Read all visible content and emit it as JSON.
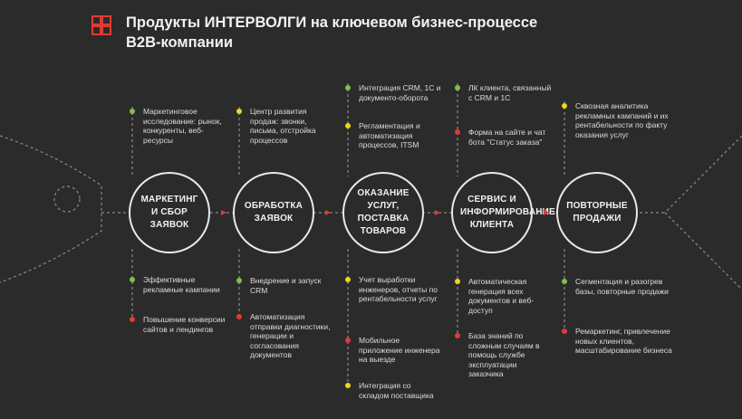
{
  "title": {
    "line1": "Продукты ИНТЕРВОЛГИ на ключевом бизнес-процессе",
    "line2": "B2B-компании"
  },
  "colors": {
    "background": "#2b2b2b",
    "green": "#7fc341",
    "yellow": "#f3d418",
    "red": "#e03b32",
    "line": "#8a8a8a"
  },
  "icons": {
    "logo": "intervolga-logo-icon"
  },
  "stages": [
    {
      "label": "МАРКЕТИНГ И СБОР ЗАЯВОК",
      "top": [
        {
          "color": "green",
          "text": "Маркетинговое исследование: рынок, конкуренты, веб-ресурсы"
        }
      ],
      "bottom": [
        {
          "color": "green",
          "text": "Эффективные рекламные кампании"
        },
        {
          "color": "red",
          "text": "Повышение конверсии сайтов и лендингов"
        }
      ]
    },
    {
      "label": "ОБРАБОТКА ЗАЯВОК",
      "top": [
        {
          "color": "yellow",
          "text": "Центр развития продаж: звонки, письма, отстройка процессов"
        }
      ],
      "bottom": [
        {
          "color": "green",
          "text": "Внедрение и запуск CRM"
        },
        {
          "color": "red",
          "text": "Автоматизация отправки диагностики, генерации и согласования документов"
        }
      ]
    },
    {
      "label": "ОКАЗАНИЕ УСЛУГ, ПОСТАВКА ТОВАРОВ",
      "top": [
        {
          "color": "green",
          "text": "Интеграция CRM, 1С и документо-оборота"
        },
        {
          "color": "yellow",
          "text": "Регламентация и автоматизация процессов, ITSM"
        }
      ],
      "bottom": [
        {
          "color": "yellow",
          "text": "Учет выработки инженеров, отчеты по рентабельности услуг"
        },
        {
          "color": "red",
          "text": "Мобильное приложение инженера на выезде"
        },
        {
          "color": "yellow",
          "text": "Интеграция со складом поставщика"
        }
      ]
    },
    {
      "label": "СЕРВИС И ИНФОРМИРОВАНИЕ КЛИЕНТА",
      "top": [
        {
          "color": "green",
          "text": "ЛК клиента, связанный с CRM и 1С"
        },
        {
          "color": "red",
          "text": "Форма на сайте и чат бота \"Статус заказа\""
        }
      ],
      "bottom": [
        {
          "color": "yellow",
          "text": "Автоматическая генерация всех документов и веб-доступ"
        },
        {
          "color": "red",
          "text": "База знаний по сложным случаям в помощь службе эксплуатации заказчика"
        }
      ]
    },
    {
      "label": "ПОВТОРНЫЕ ПРОДАЖИ",
      "top": [
        {
          "color": "yellow",
          "text": "Сквозная аналитика рекламных кампаний и их рентабельности по факту оказания услуг"
        }
      ],
      "bottom": [
        {
          "color": "green",
          "text": "Сегментация и разогрев базы, повторные продажи"
        },
        {
          "color": "red",
          "text": "Ремаркетинг, привлечение новых клиентов, масштабирование бизнеса"
        }
      ]
    }
  ]
}
